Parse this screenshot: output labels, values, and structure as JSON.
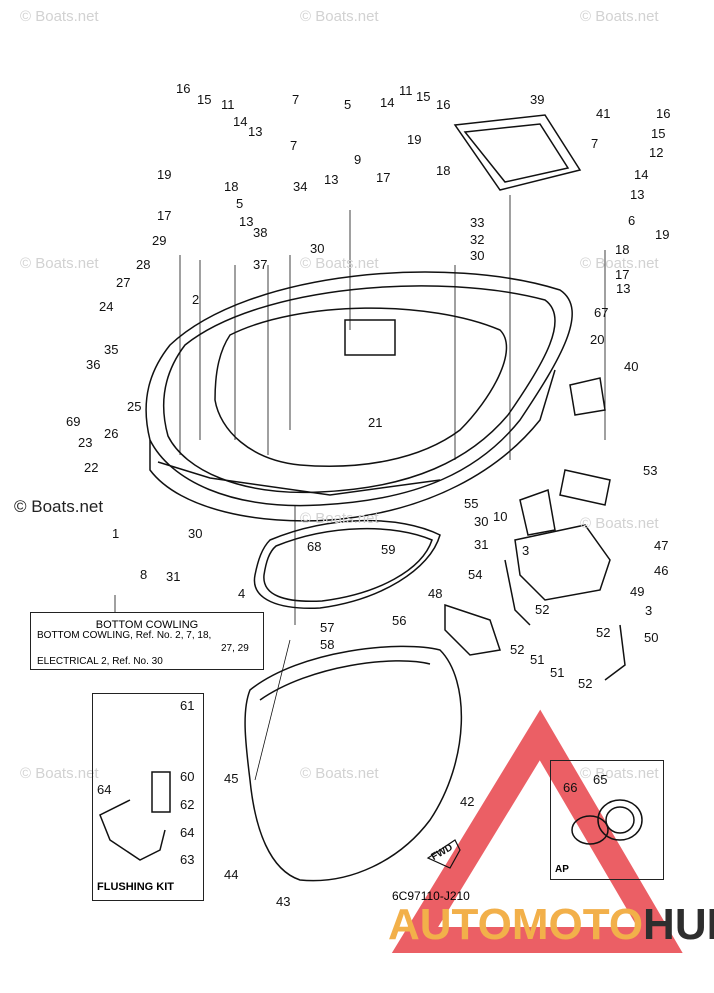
{
  "watermark": "© Boats.net",
  "watermark_side": "© Boats.net",
  "note": {
    "title": "BOTTOM COWLING",
    "line1": "BOTTOM COWLING,  Ref. No. 2, 7, 18,",
    "line2": "27, 29",
    "line3": "ELECTRICAL 2,  Ref. No. 30"
  },
  "flushing_kit_title": "FLUSHING KIT",
  "ap_title": "AP",
  "fwd_label": "FWD",
  "diagram_code": "6C97110-J210",
  "brand": {
    "part1": "AUTOMOTO",
    "part2": "HUB",
    "color1": "#f2b04a",
    "color2": "#2e2e2e",
    "logo_color": "#e8434a"
  },
  "callouts": [
    "1",
    "2",
    "3",
    "3",
    "4",
    "5",
    "5",
    "6",
    "7",
    "7",
    "7",
    "8",
    "9",
    "10",
    "11",
    "11",
    "12",
    "13",
    "13",
    "13",
    "13",
    "13",
    "14",
    "14",
    "14",
    "15",
    "15",
    "15",
    "16",
    "16",
    "16",
    "17",
    "17",
    "17",
    "18",
    "18",
    "18",
    "19",
    "19",
    "19",
    "20",
    "21",
    "22",
    "23",
    "24",
    "25",
    "26",
    "27",
    "28",
    "29",
    "30",
    "30",
    "30",
    "30",
    "31",
    "31",
    "32",
    "33",
    "34",
    "35",
    "36",
    "37",
    "38",
    "39",
    "40",
    "41",
    "42",
    "43",
    "44",
    "45",
    "46",
    "47",
    "48",
    "49",
    "50",
    "51",
    "51",
    "52",
    "52",
    "52",
    "52",
    "53",
    "54",
    "55",
    "56",
    "57",
    "58",
    "59",
    "60",
    "61",
    "62",
    "63",
    "64",
    "64",
    "65",
    "66",
    "67",
    "68",
    "69"
  ]
}
